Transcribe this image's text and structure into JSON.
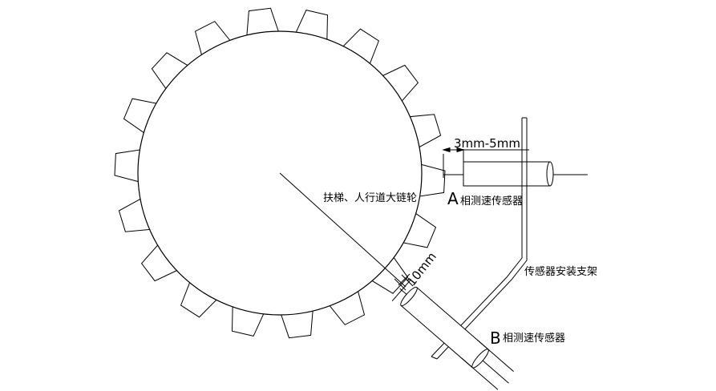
{
  "diagram": {
    "gear_label": "扶梯、人行道大链轮",
    "sensor_a_letter": "A",
    "sensor_a_label": "相测速传感器",
    "sensor_b_letter": "B",
    "sensor_b_label": "相测速传感器",
    "bracket_label": "传感器安装支架",
    "dim_gap": "3mm-5mm",
    "dim_offset": "10mm",
    "tooth_count": 18,
    "line_color": "#000000"
  }
}
